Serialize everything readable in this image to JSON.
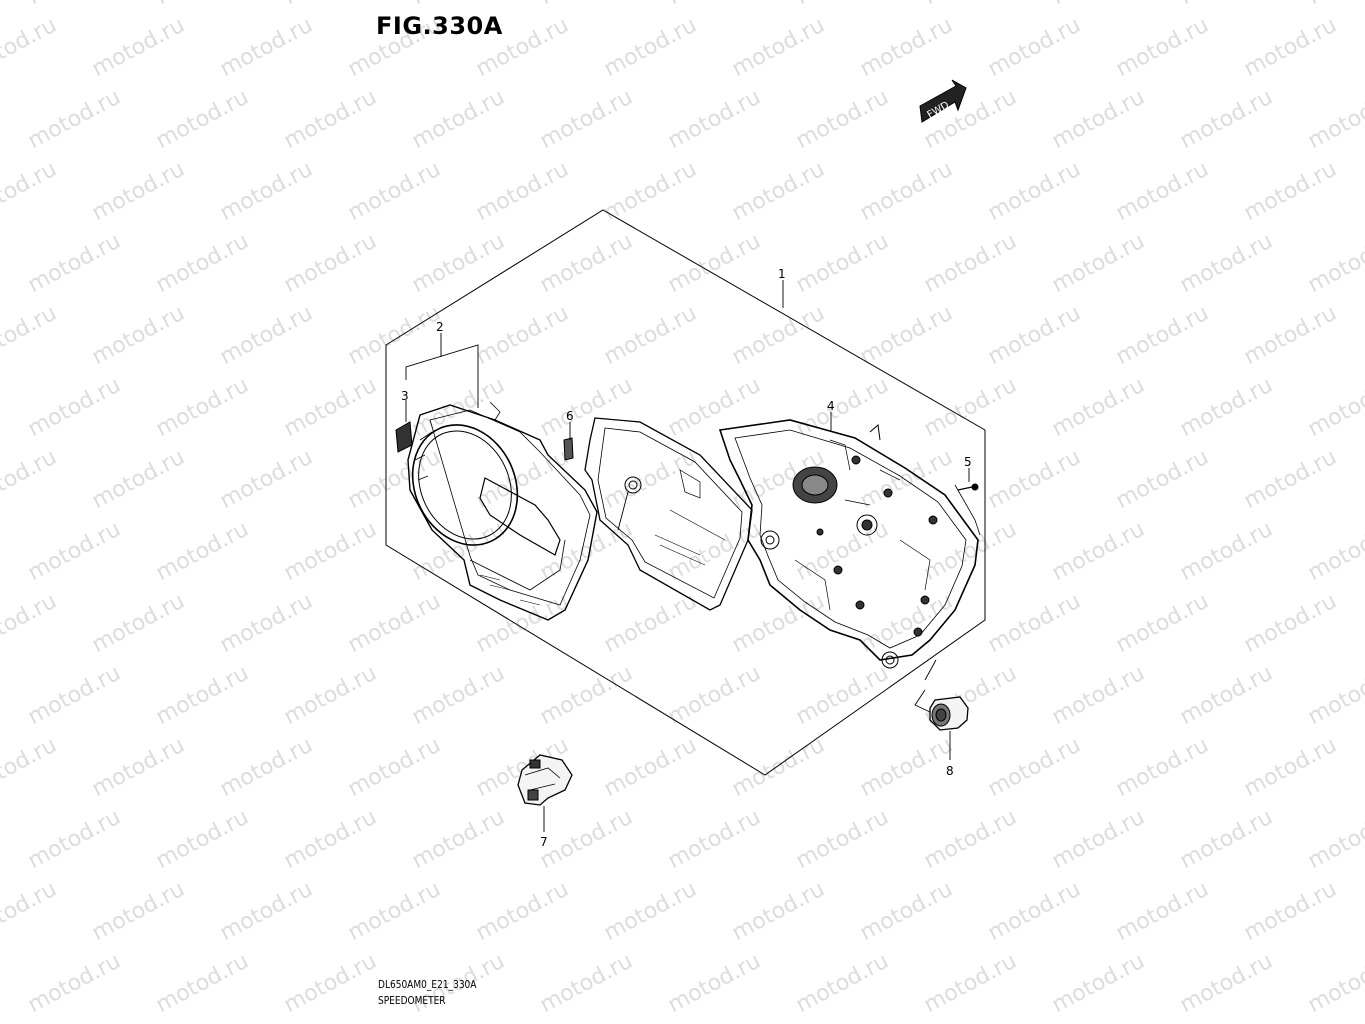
{
  "figure": {
    "title": "FIG.330A",
    "fwd_label": "FWD",
    "code": "DL650AM0_E21_330A",
    "name": "SPEEDOMETER"
  },
  "watermark": {
    "text": "motod.ru"
  },
  "callouts": [
    {
      "number": "1",
      "part": "speedometer-assembly"
    },
    {
      "number": "2",
      "part": "front-cover"
    },
    {
      "number": "3",
      "part": "clip"
    },
    {
      "number": "4",
      "part": "meter-case"
    },
    {
      "number": "5",
      "part": "screw"
    },
    {
      "number": "6",
      "part": "clip-small"
    },
    {
      "number": "7",
      "part": "connector"
    },
    {
      "number": "8",
      "part": "grommet"
    }
  ],
  "colors": {
    "line": "#000000",
    "watermark": "#dcdcdc",
    "background": "#ffffff"
  }
}
